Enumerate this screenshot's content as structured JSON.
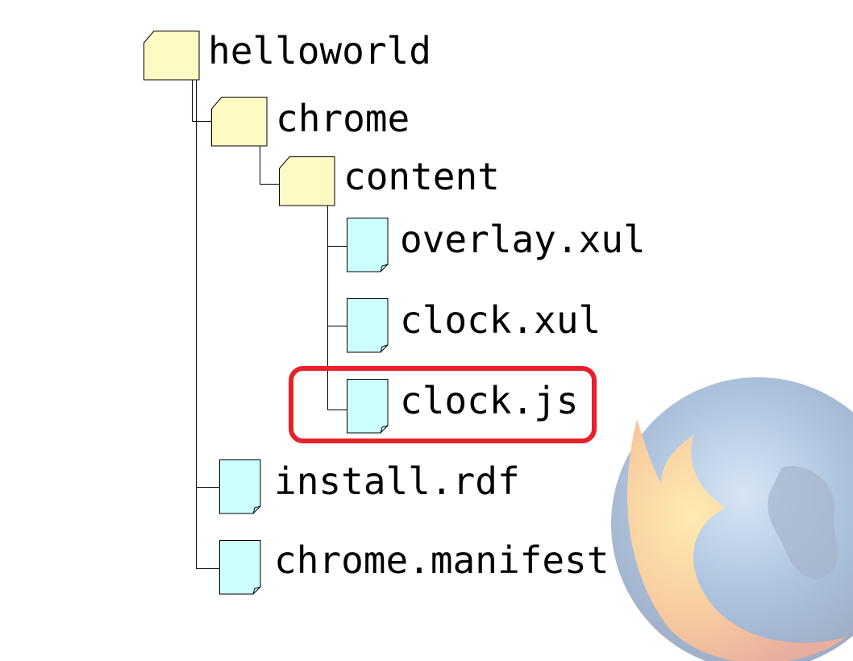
{
  "tree": {
    "root": "helloworld",
    "chrome_folder": "chrome",
    "content_folder": "content",
    "overlay_file": "overlay.xul",
    "clock_xul_file": "clock.xul",
    "clock_js_file": "clock.js",
    "install_file": "install.rdf",
    "manifest_file": "chrome.manifest"
  },
  "highlighted_item": "clock.js",
  "colors": {
    "folder_fill": "#fff9c4",
    "file_fill": "#ccffff",
    "highlight_border": "#e8202a",
    "globe_blue": "#3a6fb0",
    "fox_orange": "#e8741c"
  },
  "icons": {
    "folder": "folder-icon",
    "file": "file-icon",
    "watermark": "firefox-logo-icon"
  }
}
